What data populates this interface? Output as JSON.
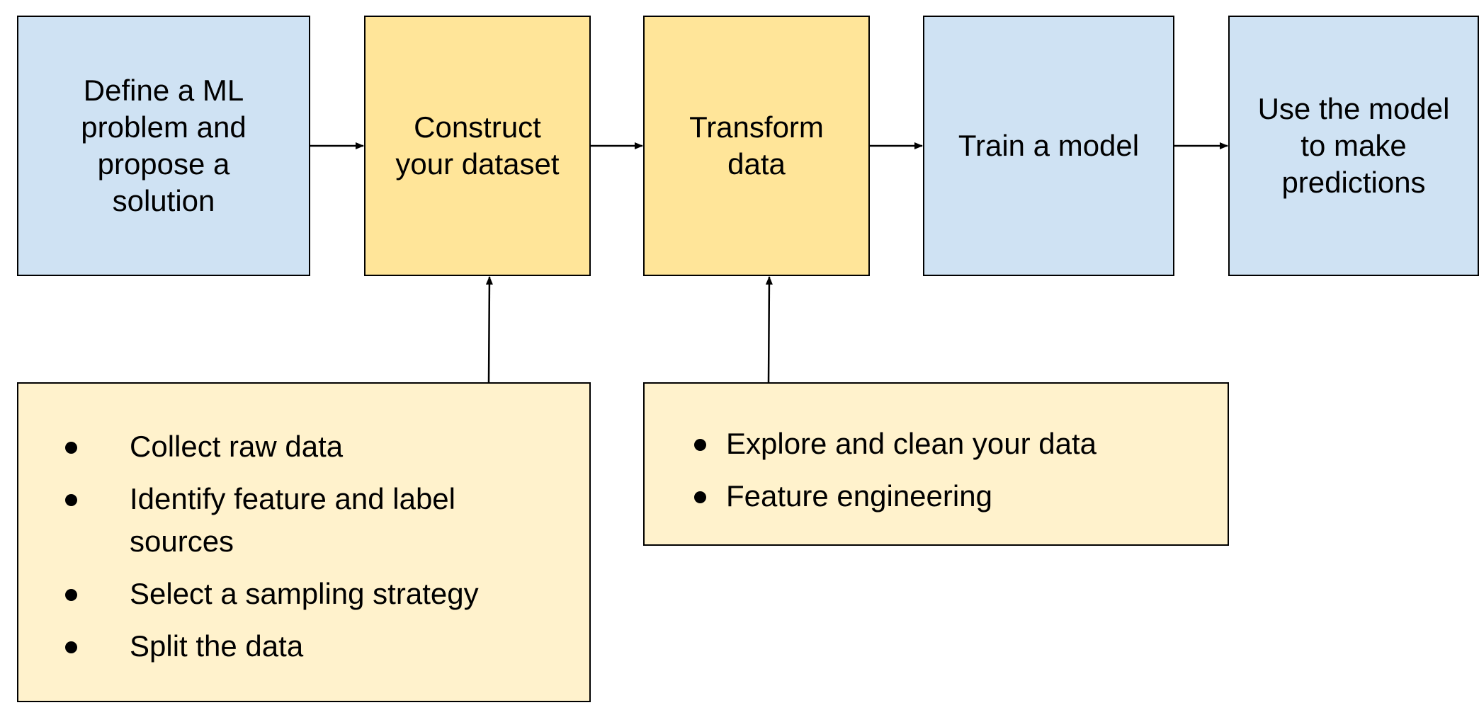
{
  "steps": [
    {
      "label": "Define a ML problem and propose a solution"
    },
    {
      "label": "Construct your dataset"
    },
    {
      "label": "Transform data"
    },
    {
      "label": "Train a model"
    },
    {
      "label": "Use the model to make predictions"
    }
  ],
  "details": {
    "construct": {
      "items": [
        "Collect raw data",
        "Identify feature and label sources",
        "Select a sampling strategy",
        "Split the data"
      ]
    },
    "transform": {
      "items": [
        "Explore and clean your data",
        "Feature engineering"
      ]
    }
  },
  "colors": {
    "step_blue": "#cfe2f3",
    "step_gold": "#ffe599",
    "detail_fill": "#fff2cc",
    "line": "#000000"
  }
}
